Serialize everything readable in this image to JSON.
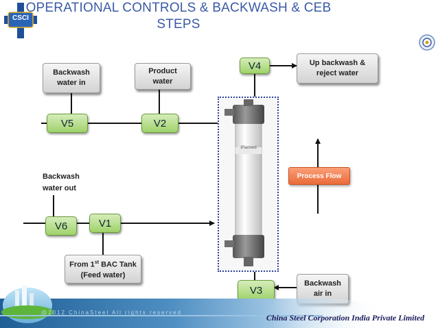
{
  "title_line1": "OPERATIONAL CONTROLS & BACKWASH & CEB",
  "title_line2": "STEPS",
  "logo_text": "CSCI",
  "boxes": {
    "backwash_in_line1": "Backwash",
    "backwash_in_line2": "water in",
    "product_line1": "Product",
    "product_line2": "water",
    "up_backwash_line1": "Up backwash &",
    "up_backwash_line2": "reject water",
    "feed_line1_a": "From 1",
    "feed_line1_sup": "st",
    "feed_line1_b": " BAC Tank",
    "feed_line2": "(Feed water)",
    "air_line1": "Backwash",
    "air_line2": "air in"
  },
  "labels": {
    "backwash_out_line1": "Backwash",
    "backwash_out_line2": "water out"
  },
  "valves": {
    "v1": "V1",
    "v2": "V2",
    "v3": "V3",
    "v4": "V4",
    "v5": "V5",
    "v6": "V6"
  },
  "process_flow": "Process Flow",
  "membrane_brand": "iPlanned",
  "footer": {
    "copyright": "@2012 ChinaSteel All rights reserved",
    "company": "China Steel Corporation India Private Limited"
  },
  "colors": {
    "title": "#3a5aa6",
    "valve_fill": "#a7d672",
    "process_flow": "#ef7a49",
    "line": "#111111",
    "membrane_border": "#2d3fa0"
  }
}
